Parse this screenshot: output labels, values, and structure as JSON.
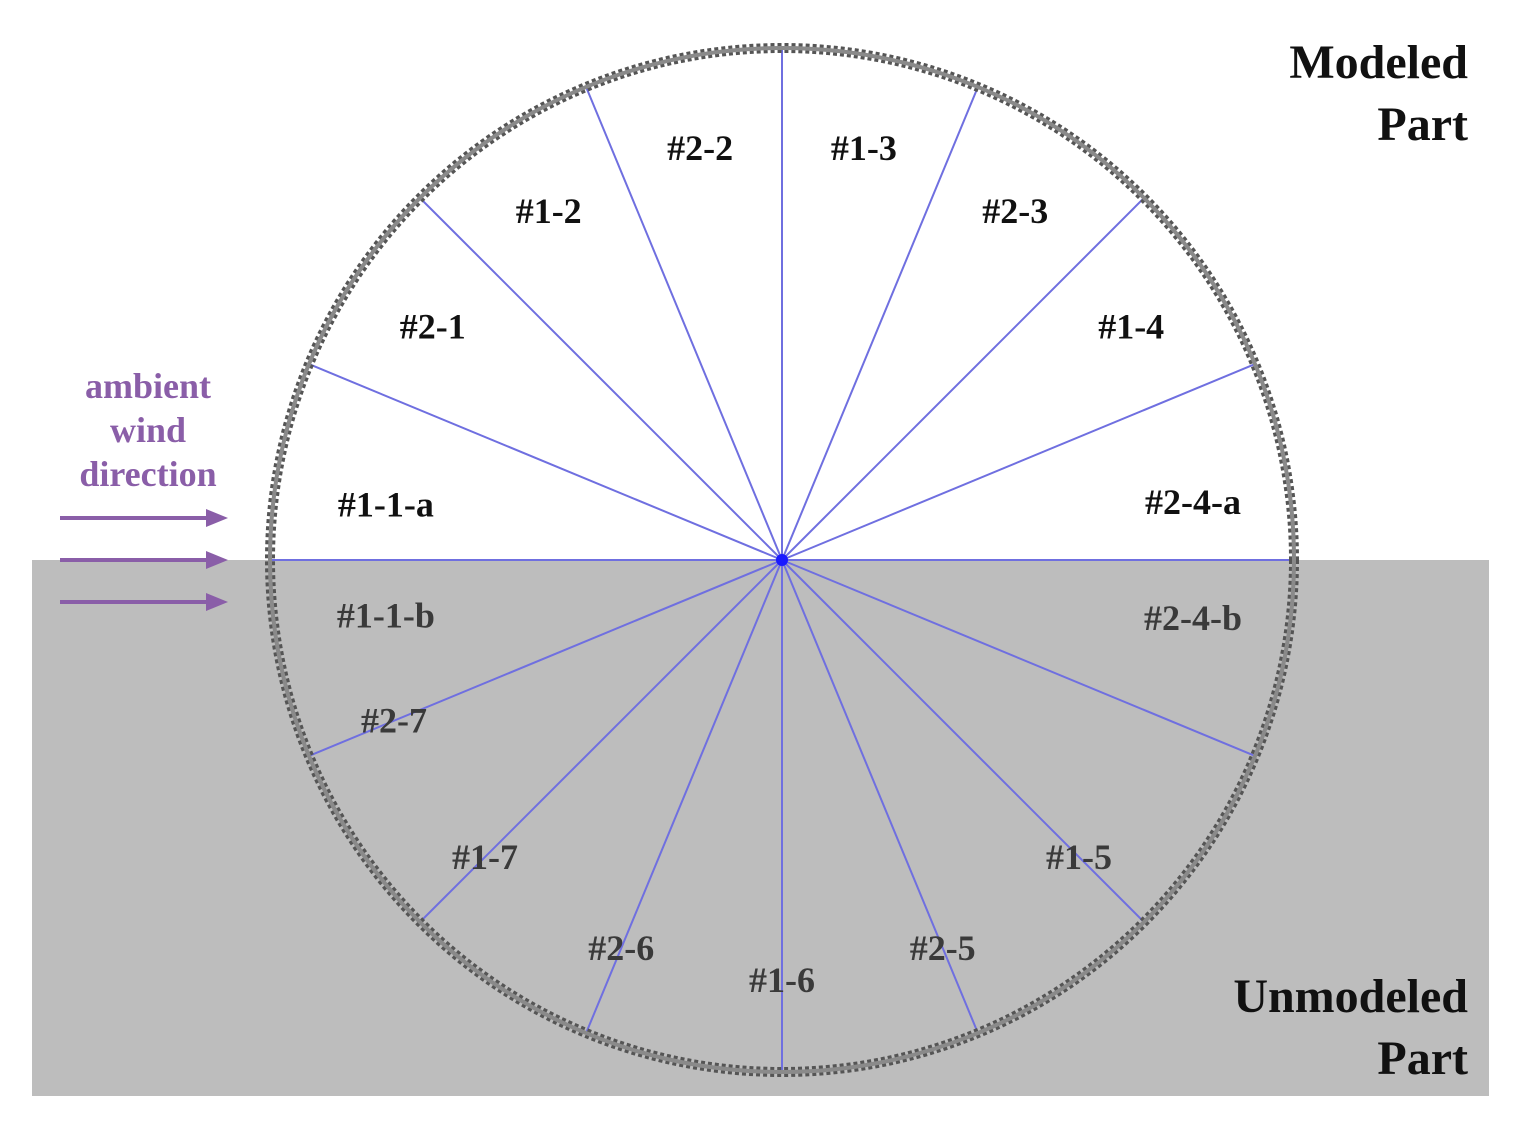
{
  "corner_labels": {
    "modeled": [
      "Modeled",
      "Part"
    ],
    "unmodeled": [
      "Unmodeled",
      "Part"
    ]
  },
  "wind": {
    "lines": [
      "ambient",
      "wind",
      "direction"
    ],
    "color": "#8a5ea8",
    "arrow_count": 3
  },
  "colors": {
    "spoke": "#6f6fe0",
    "rim": "#555555",
    "unmodeled_fill": "#bdbdbd",
    "center": "#1a1aff"
  },
  "sectors": {
    "upper": [
      "#1-1-a",
      "#2-1",
      "#1-2",
      "#2-2",
      "#1-3",
      "#2-3",
      "#1-4",
      "#2-4-a"
    ],
    "lower": [
      "#1-1-b",
      "#2-7",
      "#1-7",
      "#2-6",
      "#1-6",
      "#2-5",
      "#1-5",
      "#2-4-b"
    ]
  }
}
